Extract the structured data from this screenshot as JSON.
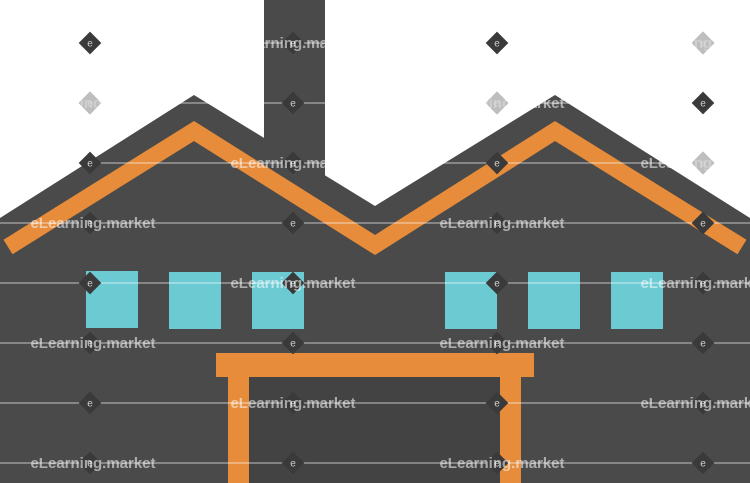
{
  "illustration": {
    "subject": "factory building",
    "colors": {
      "building": "#4a4a4a",
      "trim": "#e68c3a",
      "windows": "#6ccad3",
      "background": "#ffffff"
    },
    "window_count": 6
  },
  "watermark": {
    "text": "eLearning.market",
    "mark": "e"
  }
}
